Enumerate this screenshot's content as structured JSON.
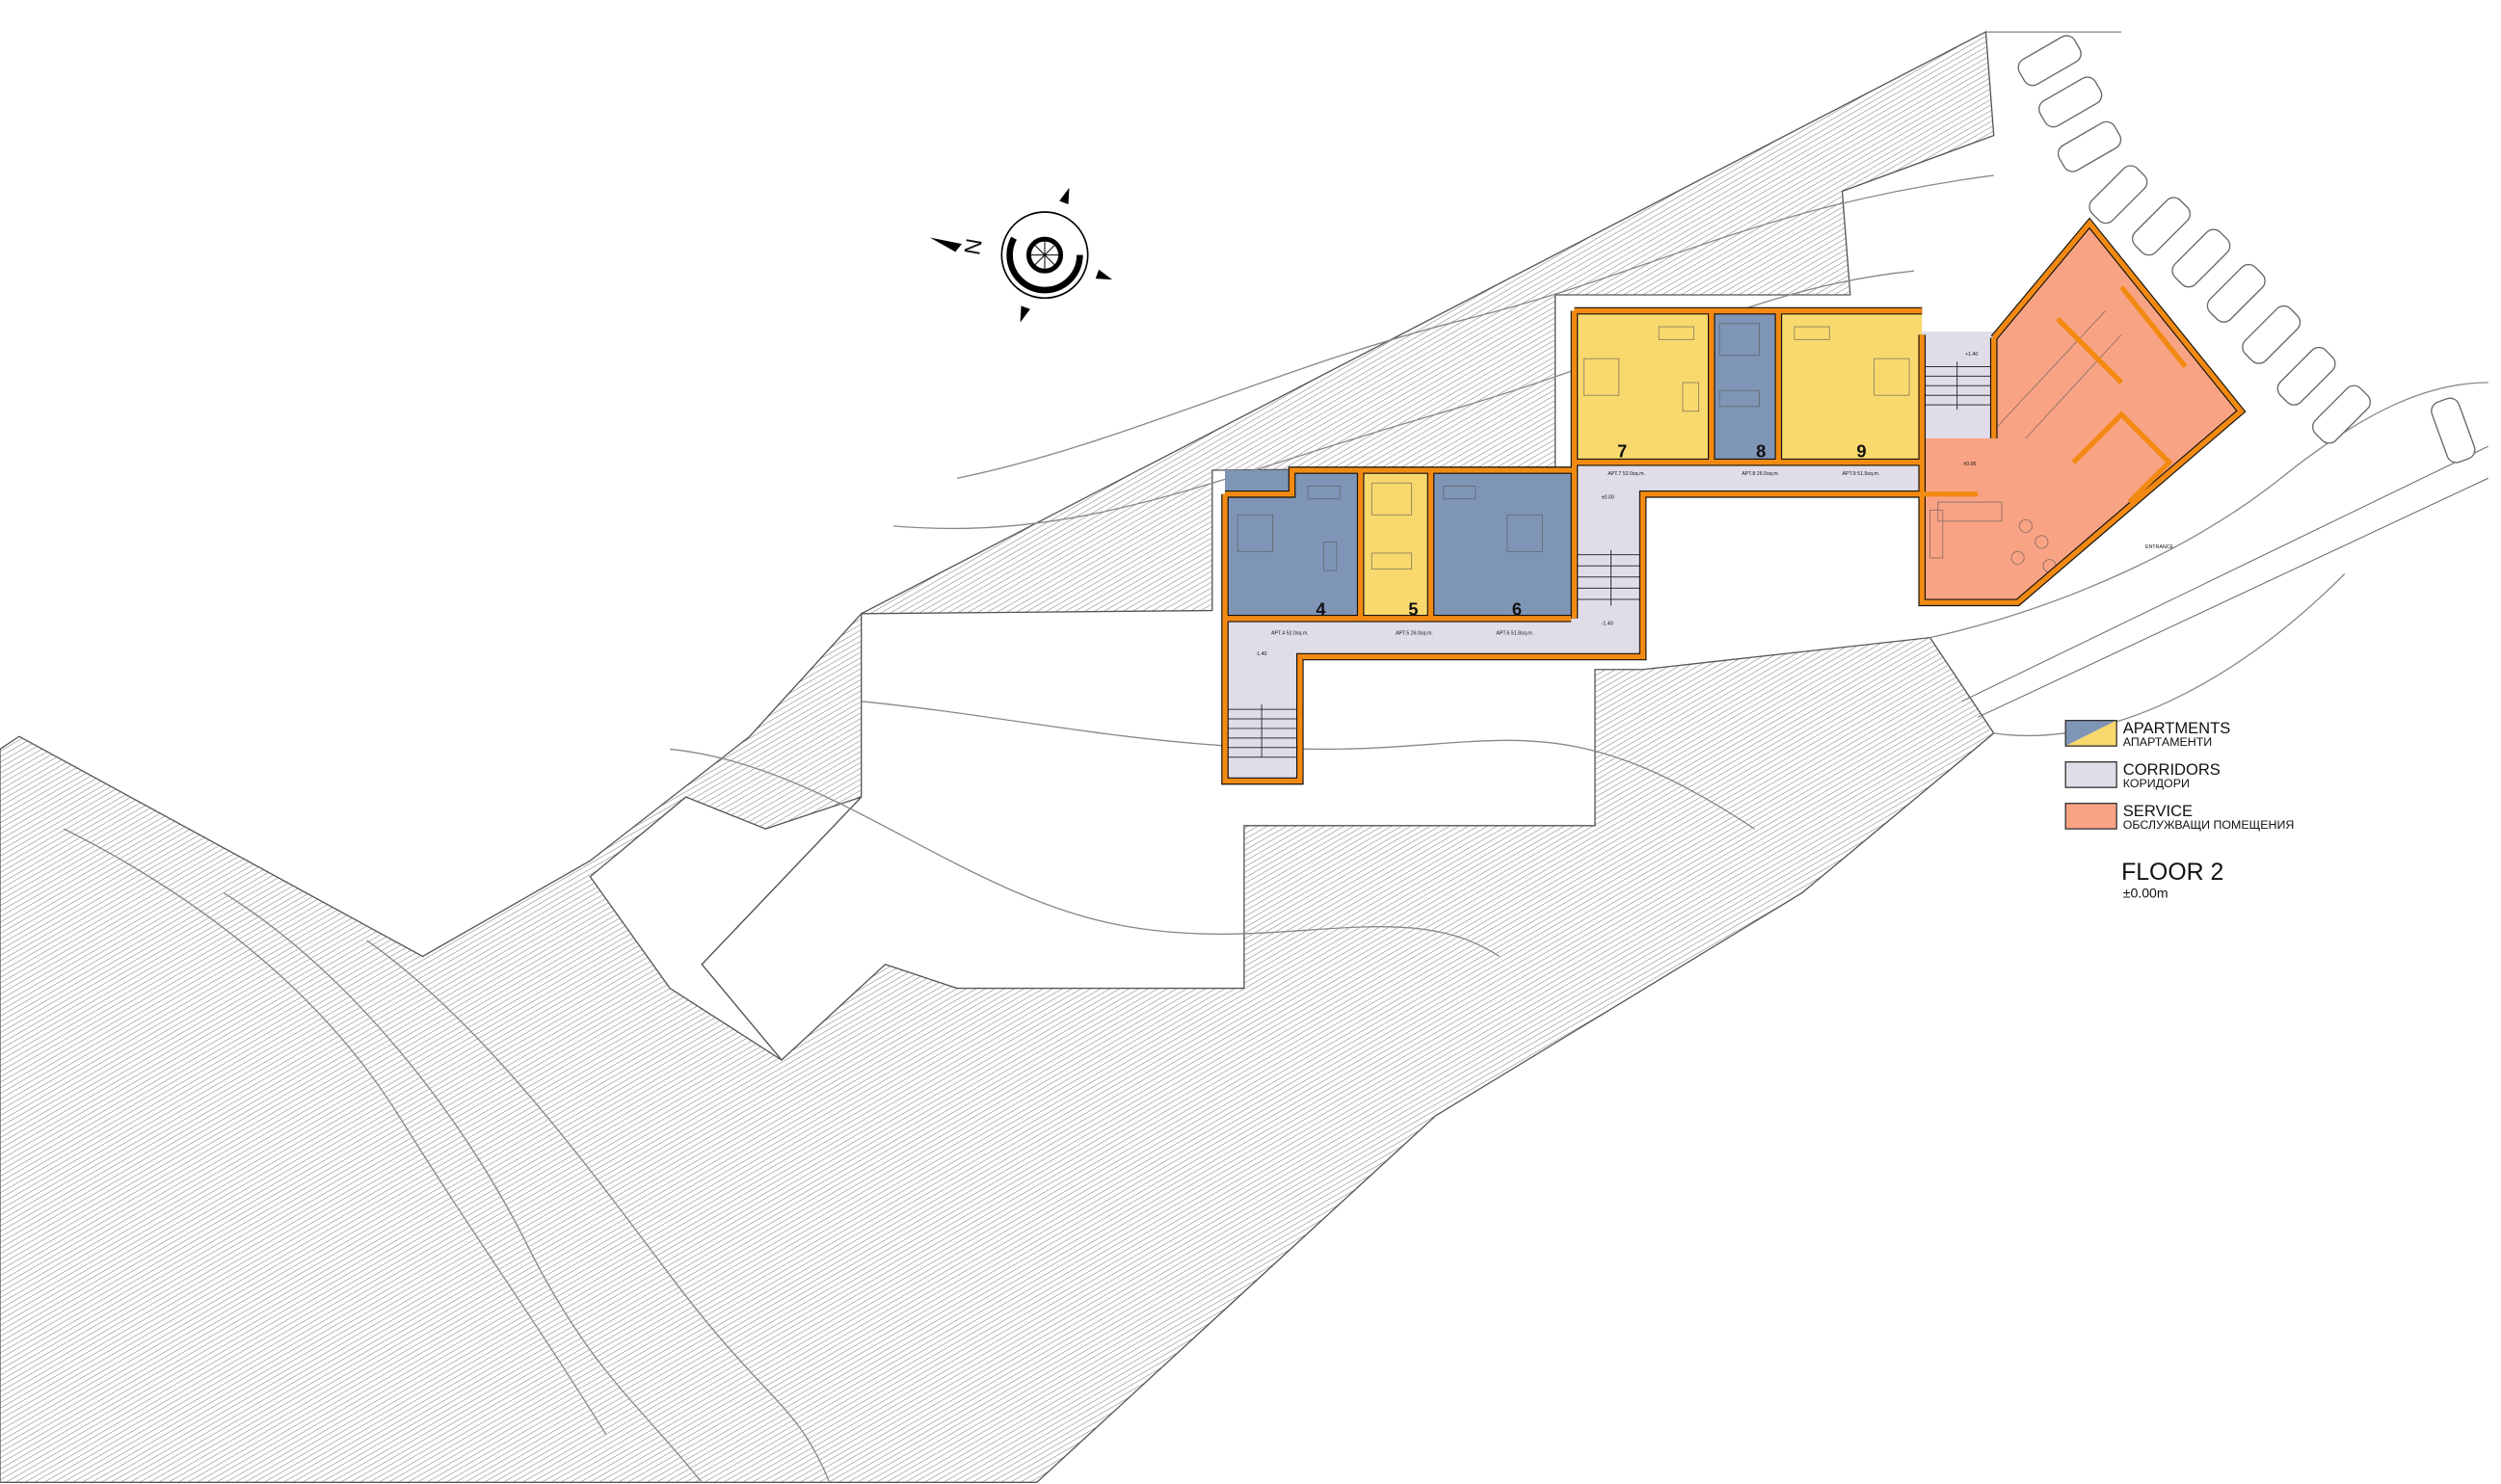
{
  "legend": {
    "items": [
      {
        "label": "APARTMENTS",
        "sublabel": "АПАРТАМЕНТИ",
        "colors": [
          "#7f95b6",
          "#f9d96e"
        ]
      },
      {
        "label": "CORRIDORS",
        "sublabel": "КОРИДОРИ",
        "colors": [
          "#e0dde9"
        ]
      },
      {
        "label": "SERVICE",
        "sublabel": "ОБСЛУЖВАЩИ ПОМЕЩЕНИЯ",
        "colors": [
          "#f9a385"
        ]
      }
    ]
  },
  "floor": {
    "title": "FLOOR 2",
    "level": "±0.00m"
  },
  "apartments": [
    {
      "number": "4",
      "label": "APT.4 52.0sq.m.",
      "color": "#7f95b6"
    },
    {
      "number": "5",
      "label": "APT.5 26.0sq.m.",
      "color": "#f9d96e"
    },
    {
      "number": "6",
      "label": "APT.6 51.8sq.m.",
      "color": "#7f95b6"
    },
    {
      "number": "7",
      "label": "APT.7 52.0sq.m.",
      "color": "#f9d96e"
    },
    {
      "number": "8",
      "label": "APT.8 26.0sq.m.",
      "color": "#7f95b6"
    },
    {
      "number": "9",
      "label": "APT.9 51.9sq.m.",
      "color": "#f9d96e"
    }
  ],
  "levels": {
    "corridor_upper": "±0.00",
    "corridor_mid": "-1.40",
    "corridor_left": "-1.40",
    "stair_right": "+1.40",
    "service": "±0.00"
  },
  "entrance_label": "ENTRANCE",
  "compass": {
    "north": "N"
  },
  "colors": {
    "wall": "#f28a12",
    "corridor": "#e0dde9",
    "service": "#f9a385",
    "apartment_blue": "#7f95b6",
    "apartment_yellow": "#f9d96e"
  }
}
